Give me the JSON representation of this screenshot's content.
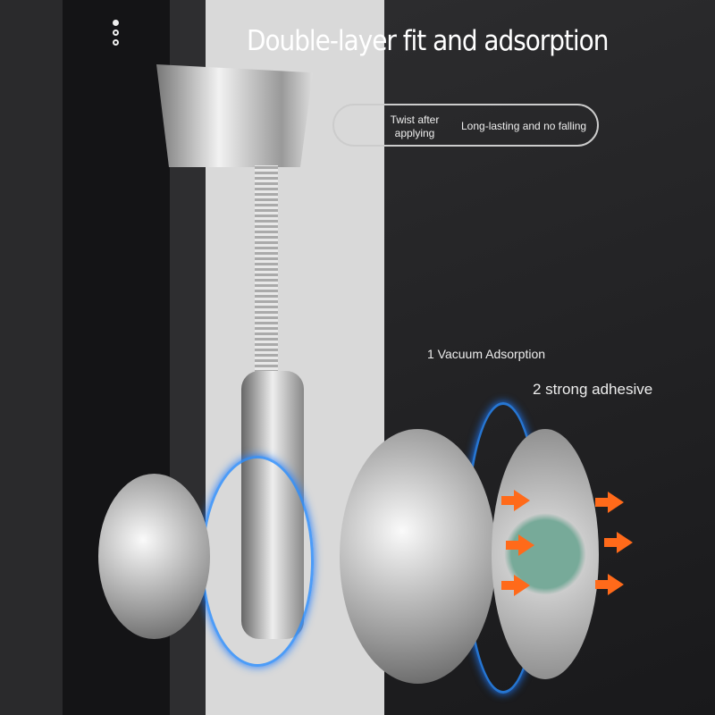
{
  "headline": "Double-layer fit and adsorption",
  "callout": {
    "step": "Twist after applying",
    "result": "Long-lasting and no falling"
  },
  "labels": {
    "vacuum": "1 Vacuum Adsorption",
    "adhesive": "2 strong adhesive"
  },
  "carousel": {
    "count": 3,
    "active": 1
  },
  "colors": {
    "arrow": "#ff6a1a",
    "glow": "#1e7bff"
  }
}
